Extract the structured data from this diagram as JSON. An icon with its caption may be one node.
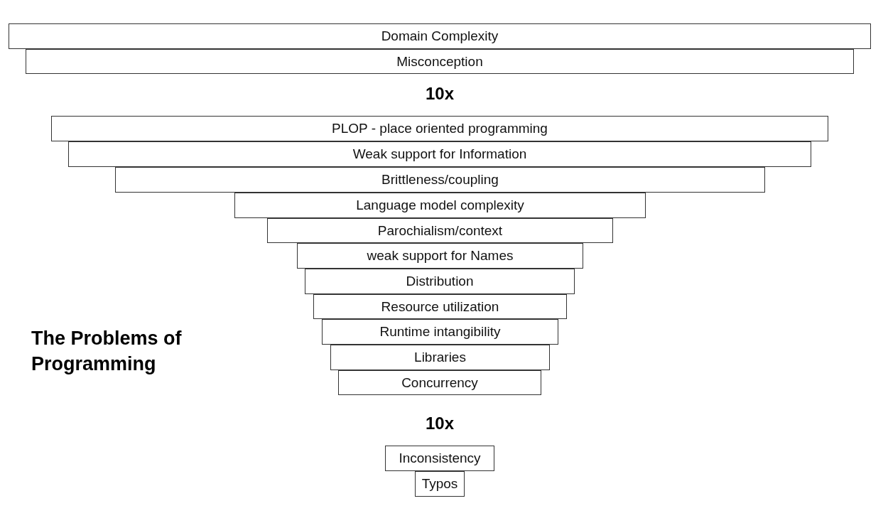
{
  "diagram": {
    "title": "The Problems of Programming",
    "nodes": [
      {
        "text": [
          "Domain Complexity"
        ]
      },
      {
        "text": [
          "Misconception"
        ]
      },
      {
        "text": [
          "PLOP - place oriented programming"
        ]
      },
      {
        "text": [
          "Weak support for Information"
        ]
      },
      {
        "text": [
          "Brittleness/coupling"
        ]
      },
      {
        "text": [
          "Language model complexity"
        ]
      },
      {
        "text": [
          "Parochialism/context"
        ]
      },
      {
        "text": [
          "weak support for Names"
        ]
      },
      {
        "text": [
          "Distribution"
        ]
      },
      {
        "text": [
          "Resource utilization"
        ]
      },
      {
        "text": [
          "Runtime intangibility"
        ]
      },
      {
        "text": [
          "Libraries"
        ]
      },
      {
        "text": [
          "Concurrency"
        ]
      },
      {
        "text": [
          "Inconsistency"
        ]
      },
      {
        "text": [
          "Typos"
        ]
      }
    ],
    "labels": [
      "10x",
      "10x"
    ]
  }
}
